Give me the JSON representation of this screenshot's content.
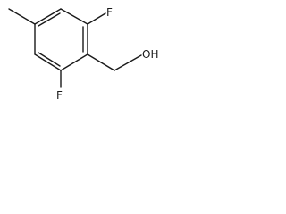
{
  "molecule": {
    "atoms": {
      "fluorine_top": "F",
      "fluorine_bottom": "F",
      "hydroxyl": "OH"
    }
  }
}
